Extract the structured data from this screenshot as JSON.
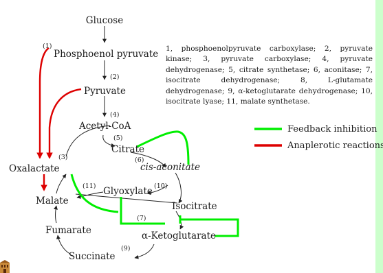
{
  "nodes": {
    "glucose": "Glucose",
    "pep": "Phosphoenol pyruvate",
    "pyruvate": "Pyruvate",
    "acetyl_coa": "Acetyl-CoA",
    "citrate": "Citrate",
    "cis_aconitate": "cis-aconitate",
    "isocitrate": "Isocitrate",
    "akg": "α-Ketoglutarate",
    "succinate": "Succinate",
    "fumarate": "Fumarate",
    "malate": "Malate",
    "oxalactate": "Oxalactate",
    "glyoxylate": "Glyoxylate"
  },
  "steps": {
    "s1": "(1)",
    "s2": "(2)",
    "s3": "(3)",
    "s4": "(4)",
    "s5": "(5)",
    "s6": "(6)",
    "s7": "(7)",
    "s9": "(9)",
    "s10": "(10)",
    "s11": "(11)"
  },
  "caption": "1, phosphoenolpyruvate carboxylase; 2, pyruvate kinase; 3, pyruvate carboxylase; 4, pyruvate dehydrogenase; 5, citrate synthetase; 6, aconitase; 7, isocitrate dehydrogenase; 8, L-glutamate dehydrogenase; 9, α-ketoglutarate dehydrogenase; 10, isocitrate lyase; 11, malate synthetase.",
  "legend": {
    "feedback": "Feedback inhibition",
    "anaplerotic": "Anaplerotic reactions"
  },
  "colors": {
    "feedback": "#00ee00",
    "anaplerotic": "#dd0000",
    "background": "#ccffcc"
  }
}
